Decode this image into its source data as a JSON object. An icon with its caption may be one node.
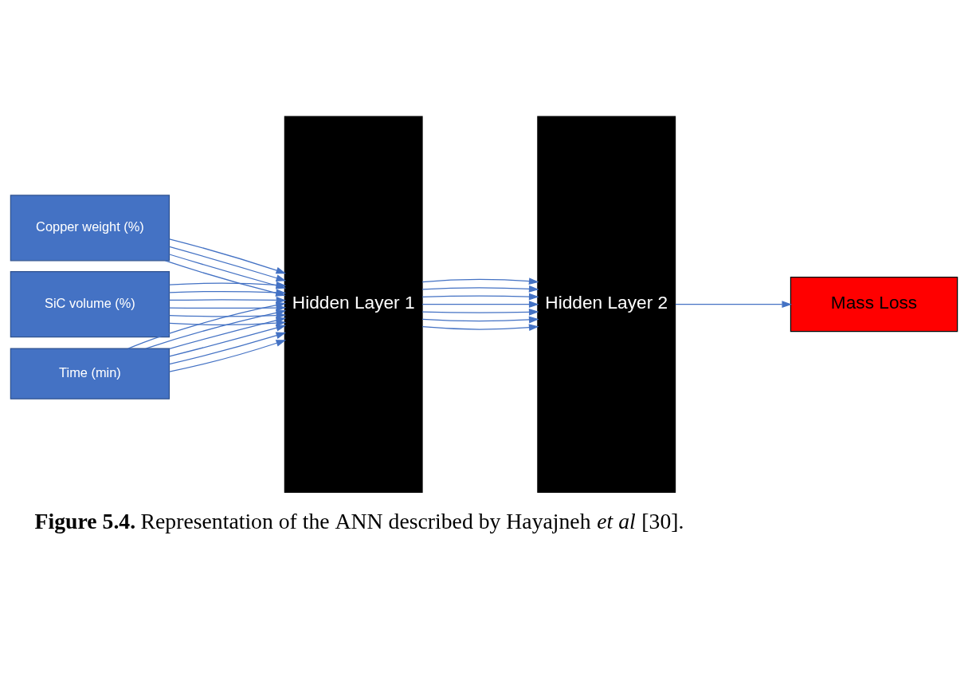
{
  "diagram": {
    "caption": "**Figure 5.4.** Representation of the ANN described by Hayajneh *et al* [30].",
    "nodes": [
      {
        "text": [
          "Copper weight (%)"
        ]
      },
      {
        "text": [
          "SiC volume (%)"
        ]
      },
      {
        "text": [
          "Time (min)"
        ]
      },
      {
        "text": [
          "Hidden Layer 1"
        ]
      },
      {
        "text": [
          "Hidden Layer 2"
        ]
      },
      {
        "text": [
          "Mass Loss"
        ]
      }
    ],
    "edges": [
      {
        "from": 0,
        "to": 3,
        "arrow": "to"
      },
      {
        "from": 0,
        "to": 3,
        "arrow": "to"
      },
      {
        "from": 0,
        "to": 3,
        "arrow": "to"
      },
      {
        "from": 0,
        "to": 3,
        "arrow": "to"
      },
      {
        "from": 1,
        "to": 3,
        "arrow": "to"
      },
      {
        "from": 1,
        "to": 3,
        "arrow": "to"
      },
      {
        "from": 1,
        "to": 3,
        "arrow": "to"
      },
      {
        "from": 1,
        "to": 3,
        "arrow": "to"
      },
      {
        "from": 1,
        "to": 3,
        "arrow": "to"
      },
      {
        "from": 1,
        "to": 3,
        "arrow": "to"
      },
      {
        "from": 2,
        "to": 3,
        "arrow": "to"
      },
      {
        "from": 2,
        "to": 3,
        "arrow": "to"
      },
      {
        "from": 2,
        "to": 3,
        "arrow": "to"
      },
      {
        "from": 2,
        "to": 3,
        "arrow": "to"
      },
      {
        "from": 2,
        "to": 3,
        "arrow": "to"
      },
      {
        "from": 2,
        "to": 3,
        "arrow": "to"
      },
      {
        "from": 3,
        "to": 4,
        "arrow": "to"
      },
      {
        "from": 3,
        "to": 4,
        "arrow": "to"
      },
      {
        "from": 3,
        "to": 4,
        "arrow": "to"
      },
      {
        "from": 3,
        "to": 4,
        "arrow": "to"
      },
      {
        "from": 3,
        "to": 4,
        "arrow": "to"
      },
      {
        "from": 3,
        "to": 4,
        "arrow": "to"
      },
      {
        "from": 3,
        "to": 4,
        "arrow": "to"
      },
      {
        "from": 4,
        "to": 5,
        "arrow": "to"
      }
    ]
  }
}
